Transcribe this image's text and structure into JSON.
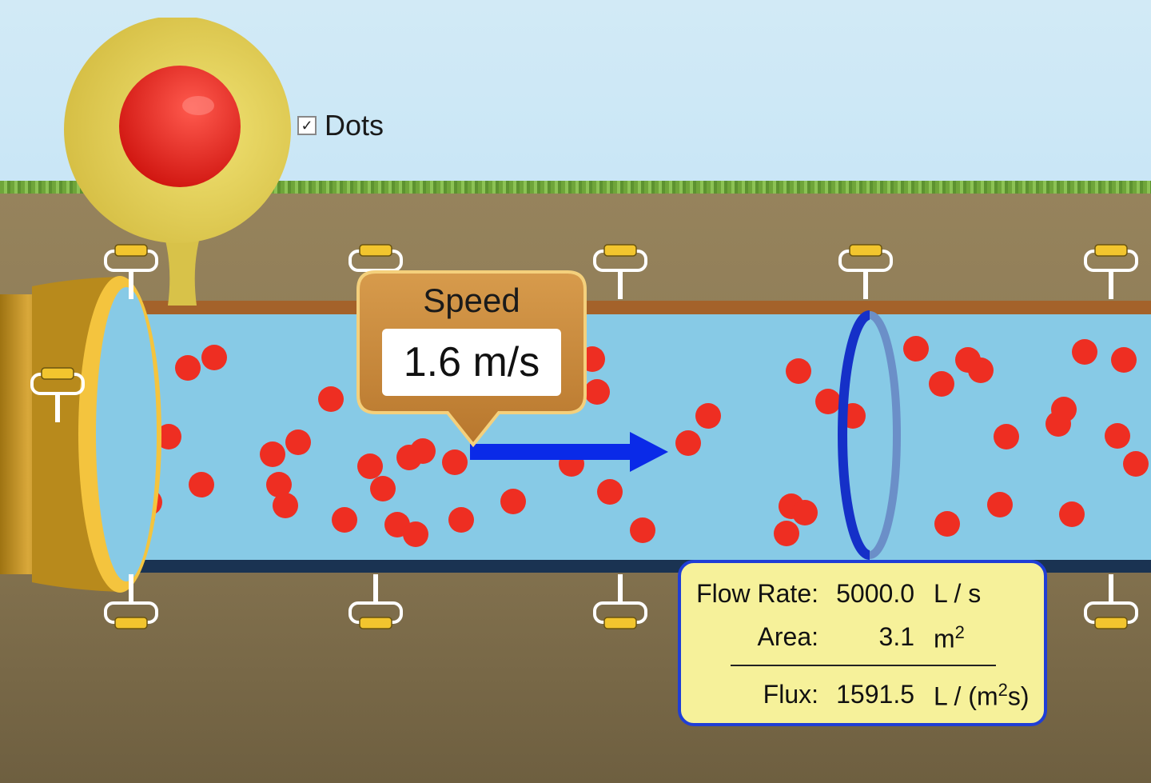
{
  "controls": {
    "dots_checkbox_mark": "✓",
    "dots_label": "Dots"
  },
  "speed_tool": {
    "title": "Speed",
    "value": "1.6 m/s"
  },
  "flux_meter": {
    "flow_rate_label": "Flow Rate:",
    "flow_rate_value": "5000.0",
    "flow_rate_unit": "L / s",
    "area_label": "Area:",
    "area_value": "3.1",
    "area_unit": "m",
    "area_unit_sup": "2",
    "flux_label": "Flux:",
    "flux_value": "1591.5",
    "flux_unit_prefix": "L / (m",
    "flux_unit_sup": "2",
    "flux_unit_suffix": "s)"
  },
  "colors": {
    "sky": "#d2eaf6",
    "water": "#87cae6",
    "dots": "#ee2e22",
    "pipe_top": "#a4622a",
    "pipe_bottom": "#1a3352",
    "velocity_arrow": "#0a2ae8",
    "flux_ring": "#1530c8",
    "flux_panel": "#f6f19a",
    "speed_tool": "#c98a3a",
    "reservoir_gold": "#e1cc4e",
    "reservoir_button": "#e21f18"
  }
}
